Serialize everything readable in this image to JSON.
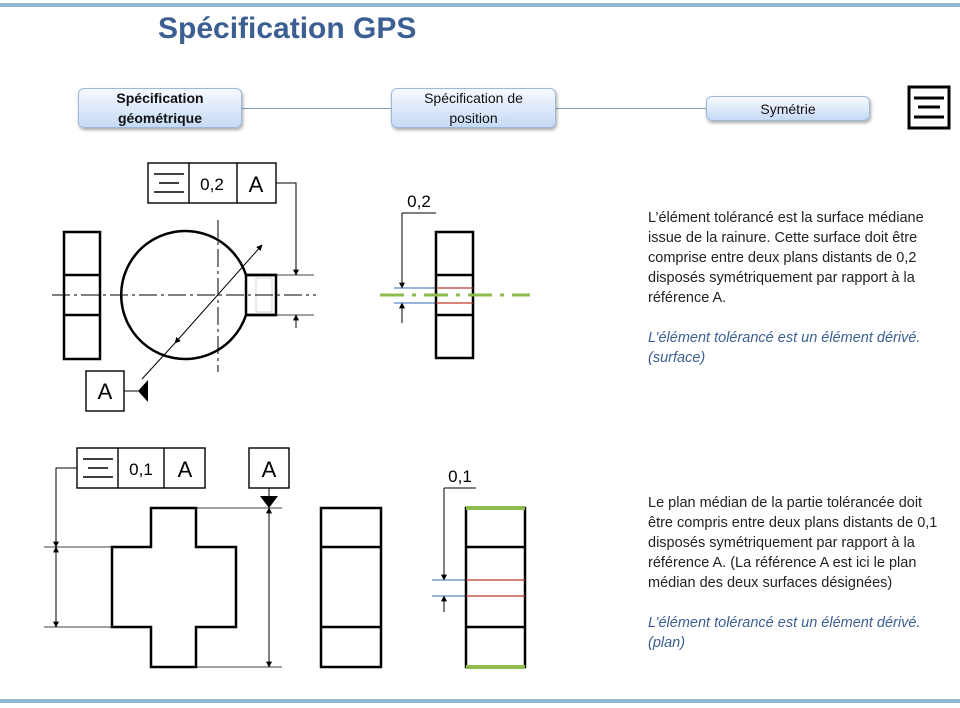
{
  "title": "Spécification GPS",
  "nav": {
    "step1": "Spécification\ngéométrique",
    "step2": "Spécification de\nposition",
    "step3": "Symétrie"
  },
  "top": {
    "frame_value": "0,2",
    "frame_datum": "A",
    "datum_label": "A",
    "zone_label": "0,2",
    "description": "L’élément tolérancé est la surface médiane issue de la rainure. Cette surface doit être comprise entre deux plans distants de 0,2 disposés symétriquement par rapport à la référence  A.",
    "note": "L’élément tolérancé est un élément dérivé. (surface)"
  },
  "bottom": {
    "frame_value": "0,1",
    "frame_datum": "A",
    "datum_label": "A",
    "zone_label": "0,1",
    "description": "Le plan médian de la partie tolérancée doit être compris entre deux plans distants de 0,1 disposés symétriquement par rapport à la référence  A. (La référence A est ici le plan médian des deux surfaces désignées)",
    "note": "L’élément tolérancé est un élément dérivé. (plan)"
  },
  "colors": {
    "accent": "#3b5f92",
    "rule": "#8fb8cf",
    "green": "#8dbb4e",
    "red": "#c0392b",
    "blue": "#2f6fb5"
  }
}
